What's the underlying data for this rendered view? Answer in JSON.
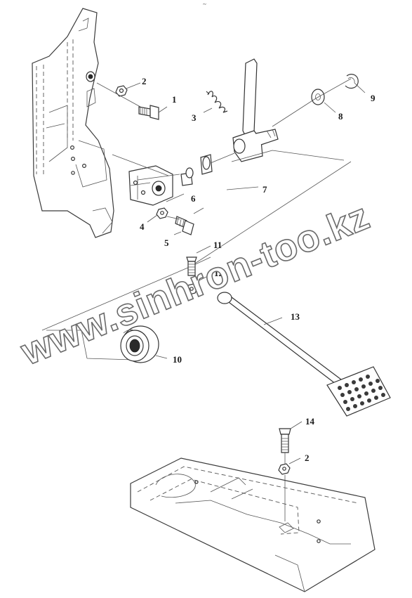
{
  "page_mark": "~",
  "watermark": "www.sinhron-too.kz",
  "callouts": {
    "c1": "1",
    "c2": "2",
    "c2b": "2",
    "c3": "3",
    "c4": "4",
    "c5": "5",
    "c6": "6",
    "c7": "7",
    "c8": "8",
    "c9": "9",
    "c10": "10",
    "c11": "11",
    "c12": "12",
    "c13": "13",
    "c14": "14"
  }
}
